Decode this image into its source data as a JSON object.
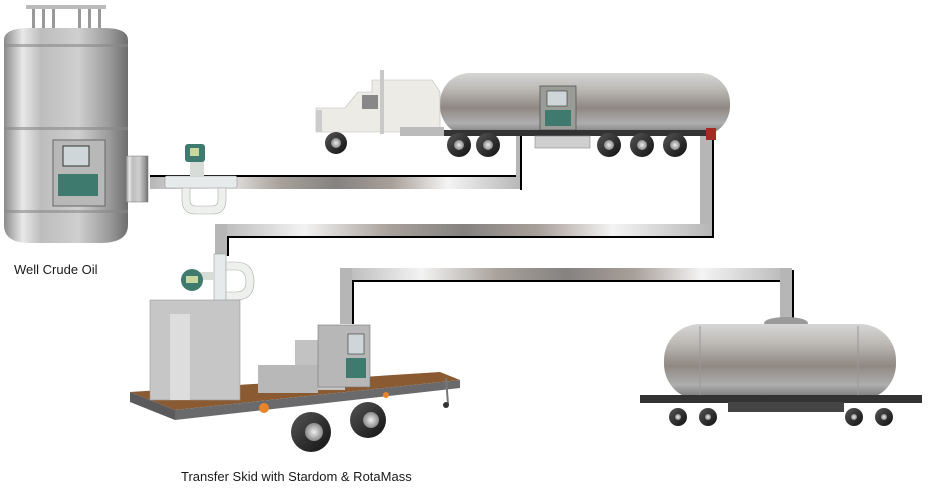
{
  "diagram": {
    "type": "process-flow",
    "nodes": [
      {
        "id": "well",
        "label": "Well Crude Oil",
        "kind": "vertical-tank"
      },
      {
        "id": "coriolis-1",
        "label": "",
        "kind": "coriolis-flowmeter"
      },
      {
        "id": "truck",
        "label": "",
        "kind": "tanker-truck"
      },
      {
        "id": "skid",
        "label": "Transfer Skid with Stardom & RotaMass",
        "kind": "trailer-skid"
      },
      {
        "id": "coriolis-2",
        "label": "",
        "kind": "coriolis-flowmeter"
      },
      {
        "id": "railcar",
        "label": "",
        "kind": "rail-tank-car"
      }
    ],
    "edges": [
      {
        "from": "well",
        "to": "coriolis-1"
      },
      {
        "from": "coriolis-1",
        "to": "truck"
      },
      {
        "from": "truck",
        "to": "coriolis-2"
      },
      {
        "from": "coriolis-2",
        "to": "skid"
      },
      {
        "from": "skid",
        "to": "railcar"
      }
    ]
  },
  "labels": {
    "well": "Well Crude Oil",
    "skid": "Transfer Skid with Stardom & RotaMass"
  },
  "colors": {
    "pipe": "#b5b6b5",
    "pipe_shadow": "#000000",
    "metal_dark": "#7d7a76",
    "metal_light": "#f2f2f2",
    "meter_green": "#3e7a6e",
    "trailer_deck": "#8a5a32",
    "trailer_frame": "#5a5a5c",
    "lamp_orange": "#e8842a",
    "tail_red": "#a52a24"
  }
}
